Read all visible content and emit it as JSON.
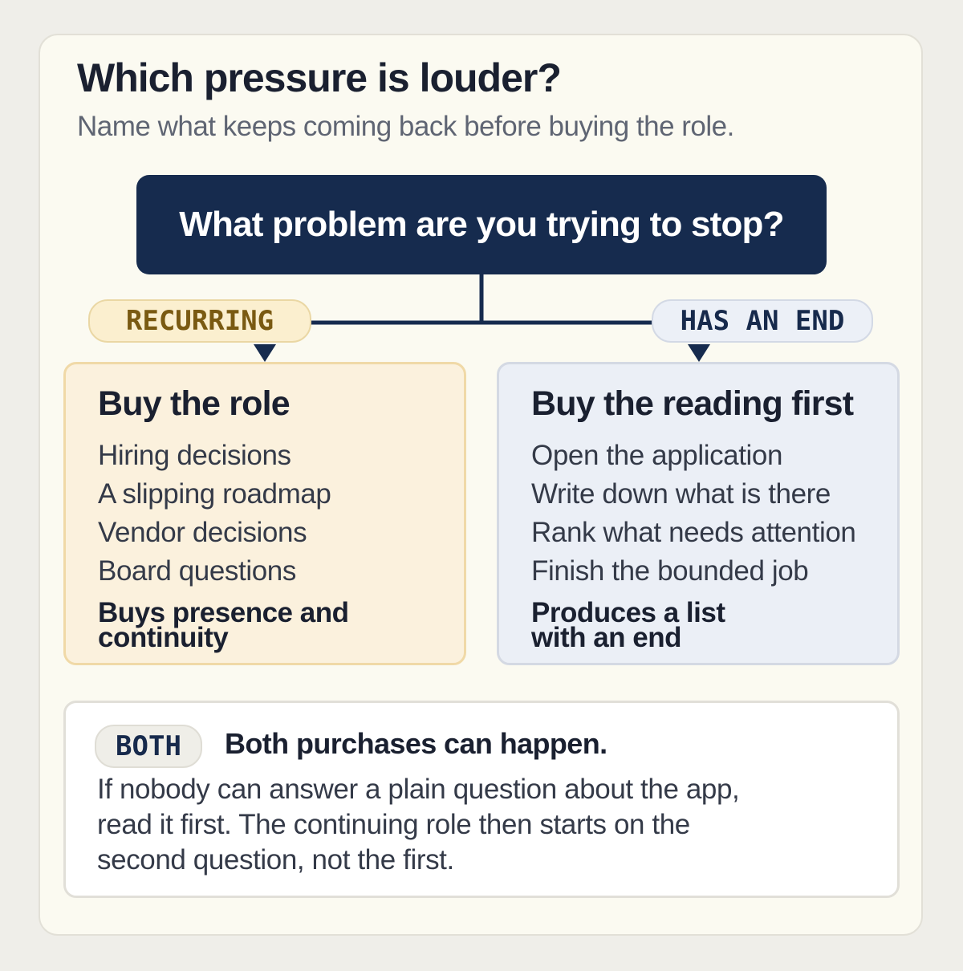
{
  "header": {
    "title": "Which pressure is louder?",
    "subtitle": "Name what keeps coming back before buying the role."
  },
  "question": "What problem are you trying to stop?",
  "branches": {
    "left_label": "RECURRING",
    "right_label": "HAS AN END"
  },
  "left_panel": {
    "heading": "Buy the role",
    "items": [
      "Hiring decisions",
      "A slipping roadmap",
      "Vendor decisions",
      "Board questions"
    ],
    "result_lines": [
      "Buys presence and",
      "continuity"
    ]
  },
  "right_panel": {
    "heading": "Buy the reading first",
    "items": [
      "Open the application",
      "Write down what is there",
      "Rank what needs attention",
      "Finish the bounded job"
    ],
    "result_lines": [
      "Produces a list",
      "with an end"
    ]
  },
  "note": {
    "badge": "BOTH",
    "heading": "Both purchases can happen.",
    "body_lines": [
      "If nobody can answer a plain question about the app,",
      "read it first. The continuing role then starts on the",
      "second question, not the first."
    ]
  },
  "colors": {
    "navy": "#162b4e",
    "amber_fill": "#fbf1dd",
    "amber_text": "#7a5a12",
    "slate_fill": "#ebeff6"
  }
}
